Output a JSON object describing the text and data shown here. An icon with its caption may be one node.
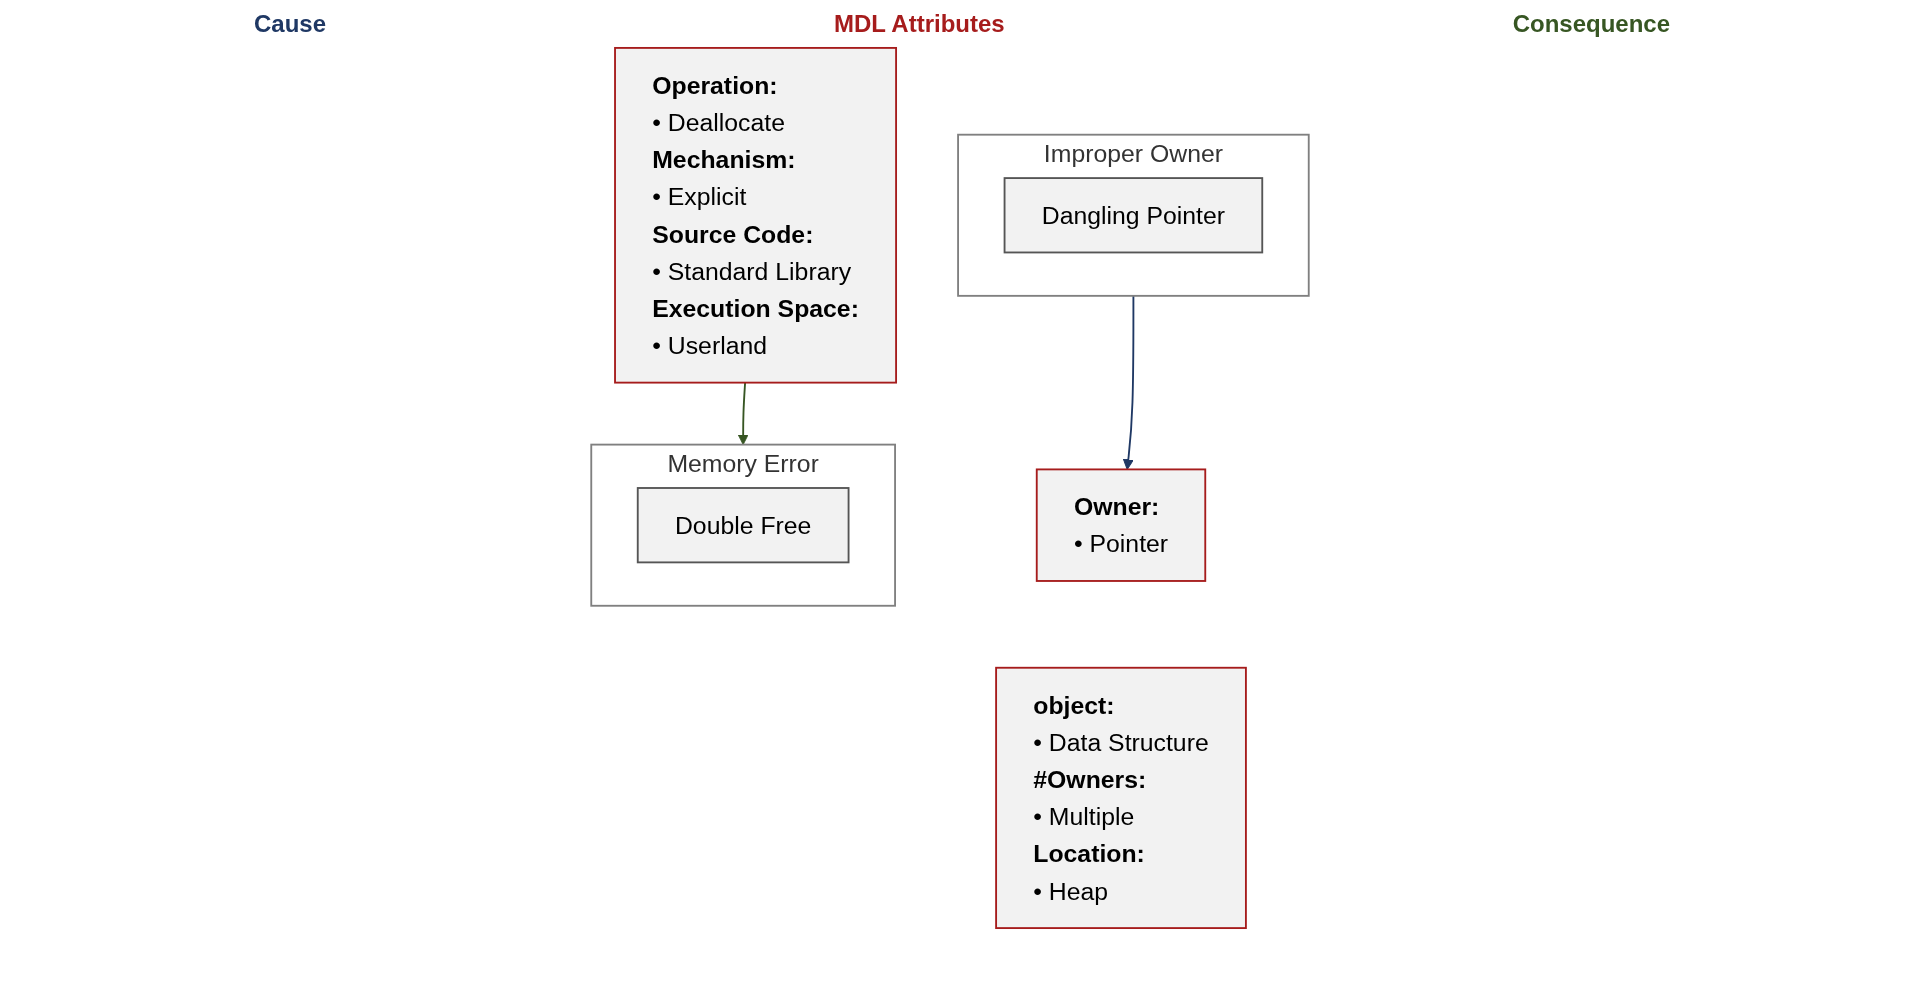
{
  "diagram": {
    "nodes": [
      {
        "text": [
          "Improper Owner"
        ]
      },
      {
        "text": [
          "Dangling Pointer"
        ],
        "in": 0
      },
      {
        "text": [
          "Operation:",
          "• Deallocate",
          "Mechanism:",
          "• Explicit",
          "Source Code:",
          "• Standard Library",
          "Execution Space:",
          "• Userland"
        ]
      },
      {
        "text": [
          "Owner:",
          "• Pointer"
        ]
      },
      {
        "text": [
          "object:",
          "• Data Structure",
          "#Owners:",
          "• Multiple",
          "Location:",
          "• Heap"
        ]
      },
      {
        "text": [
          "Memory Error"
        ]
      },
      {
        "text": [
          "Double Free"
        ],
        "in": 5
      }
    ],
    "edges": [
      {
        "from": 0,
        "to": 3,
        "arrow": "to",
        "color": "#1f3864"
      },
      {
        "from": 2,
        "to": 5,
        "arrow": "to",
        "color": "#375623"
      }
    ],
    "labels": [
      "Cause",
      "MDL Attributes",
      "Consequence"
    ]
  }
}
